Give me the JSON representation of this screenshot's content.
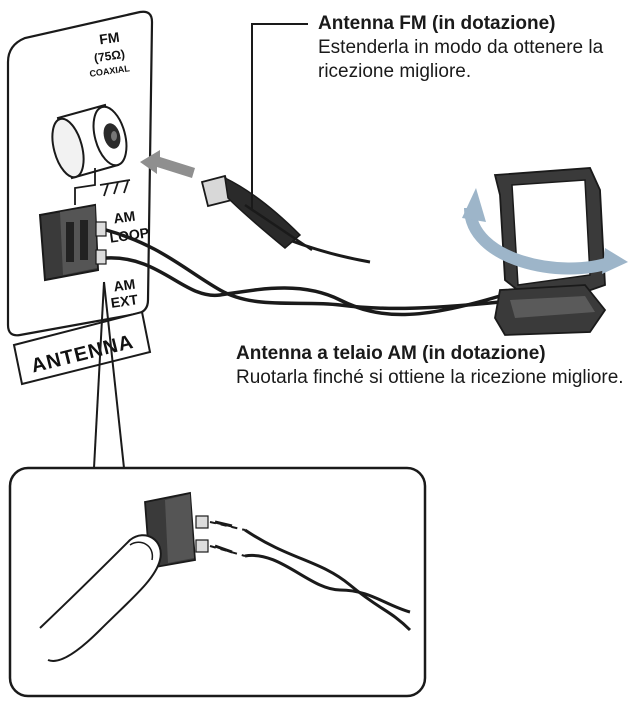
{
  "panel": {
    "fm_label_line1": "FM",
    "fm_label_line2": "(75Ω)",
    "fm_label_line3": "COAXIAL",
    "am_loop_line1": "AM",
    "am_loop_line2": "LOOP",
    "am_ext_line1": "AM",
    "am_ext_line2": "EXT",
    "antenna_label": "ANTENNA"
  },
  "fm_antenna": {
    "title": "Antenna FM (in dotazione)",
    "description": "Estenderla in modo da ottenere la ricezione migliore."
  },
  "am_antenna": {
    "title": "Antenna a telaio AM (in dotazione)",
    "description": "Ruotarla finché si ottiene la ricezione migliore."
  },
  "colors": {
    "line": "#1a1a1a",
    "panel_fill": "#ffffff",
    "terminal_dark": "#3a3a3a",
    "arrow_gray": "#8f8f8f",
    "rotate_arrow": "#9db5c9"
  }
}
